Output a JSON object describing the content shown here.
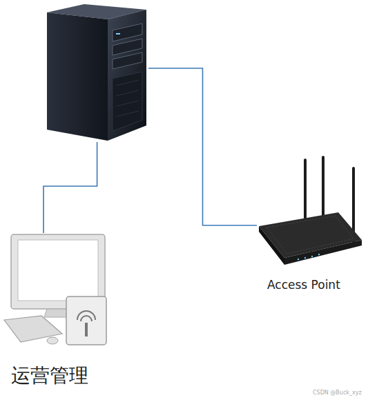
{
  "diagram": {
    "nodes": [
      {
        "text": []
      },
      {
        "text": [
          "Access Point"
        ]
      },
      {
        "text": [
          "运营管理"
        ]
      }
    ],
    "edges": [
      {
        "from": 0,
        "to": 1,
        "arrow": "none"
      },
      {
        "from": 0,
        "to": 2,
        "arrow": "none"
      }
    ],
    "labels": [
      "CSDN @Buck_xyz"
    ]
  }
}
